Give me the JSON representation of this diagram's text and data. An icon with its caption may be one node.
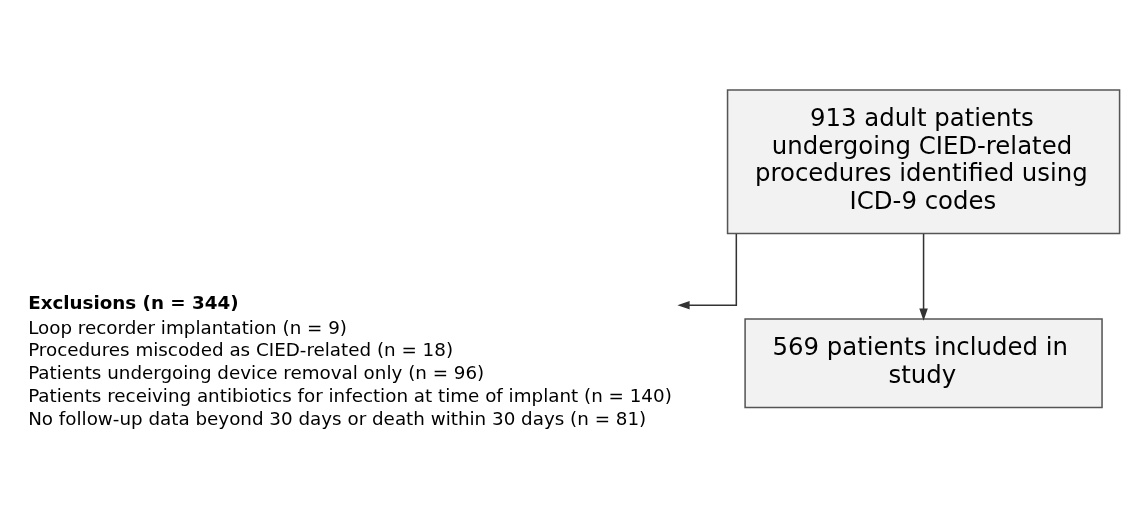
{
  "diagram": {
    "nodes": [
      {
        "text": [
          "913 adult patients undergoing CIED-related procedures identified using ICD-9 codes"
        ]
      },
      {
        "text": [
          "Exclusions (n = 344)",
          "Loop recorder implantation (n = 9)",
          "Procedures miscoded as CIED-related (n = 18)",
          "Patients undergoing device removal only (n = 96)",
          "Patients receiving antibiotics for infection at time of implant (n = 140)",
          "No follow-up data beyond 30 days or death within 30 days (n = 81)"
        ]
      },
      {
        "text": [
          "569 patients included in study"
        ]
      }
    ],
    "edges": [
      {
        "from": 0,
        "to": 1,
        "arrow": "to"
      },
      {
        "from": 0,
        "to": 2,
        "arrow": "to"
      }
    ]
  }
}
